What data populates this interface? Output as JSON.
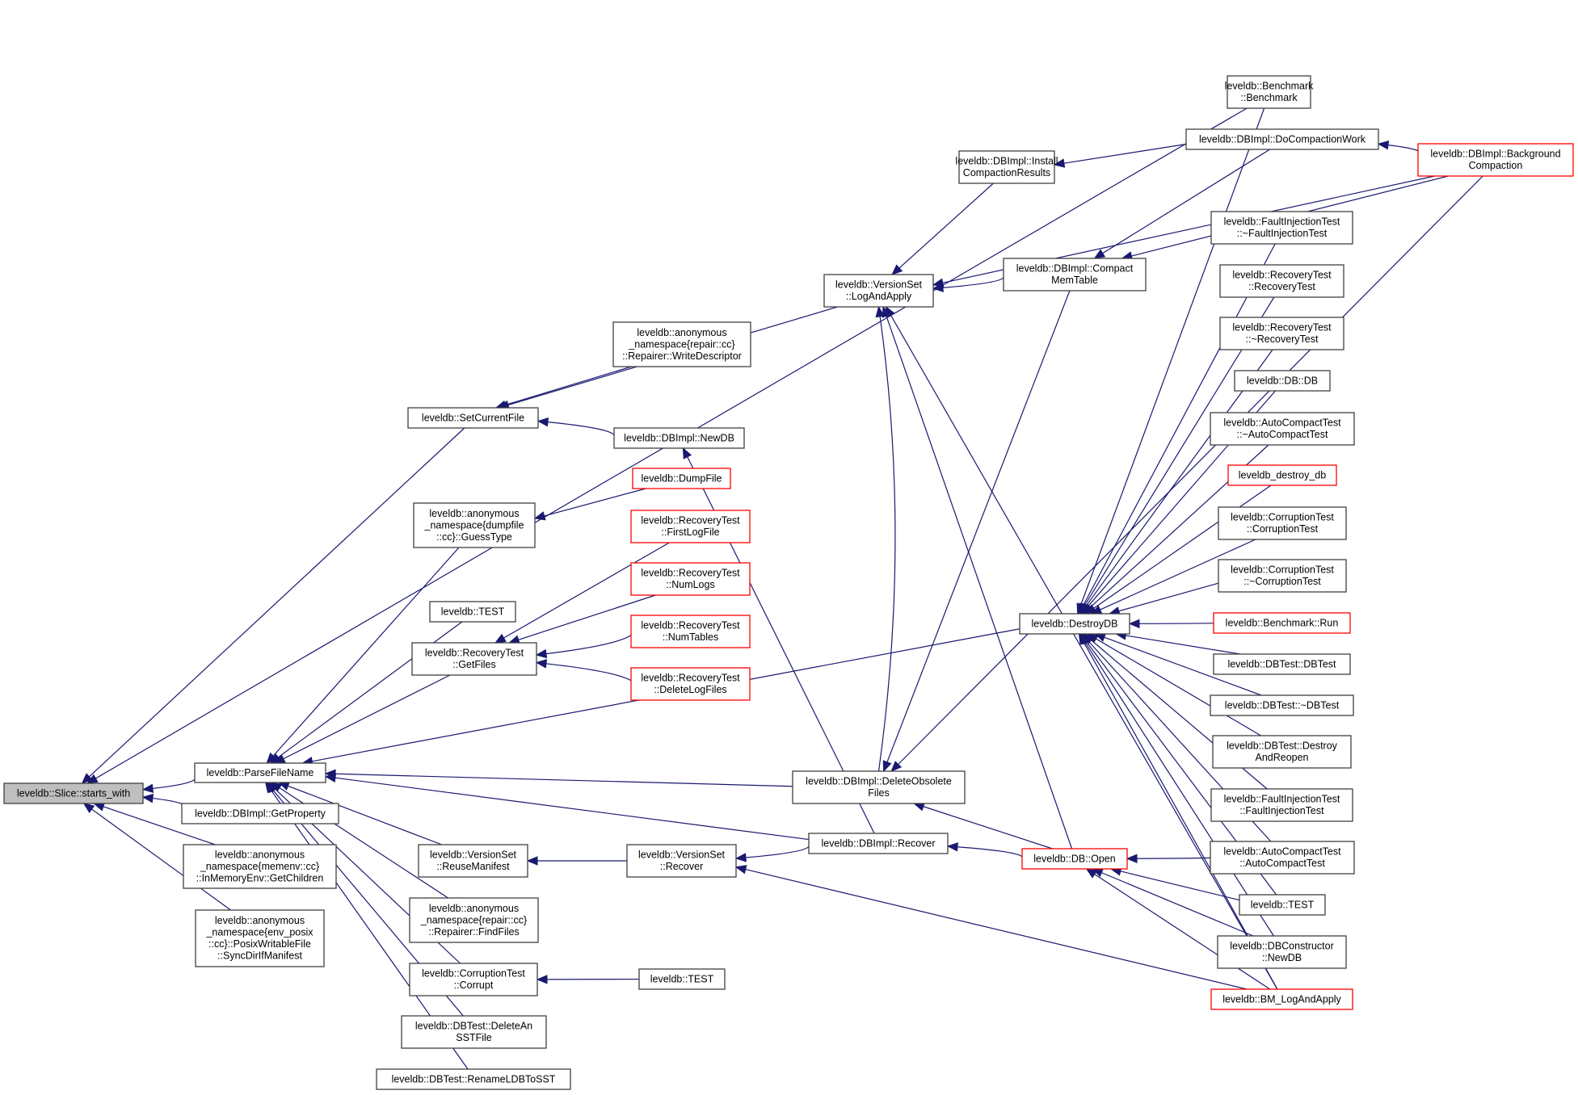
{
  "diagram": {
    "title": "Caller graph of leveldb::Slice::starts_with",
    "colors": {
      "edge": "#191970",
      "node_border": "#404040",
      "node_border_truncated": "#ff0000",
      "root_fill": "#bfbfbf",
      "node_fill": "#ffffff"
    },
    "nodes": [
      {
        "id": "starts_with",
        "lines": [
          "leveldb::Slice::starts_with"
        ],
        "root": true
      },
      {
        "id": "parsefilename",
        "lines": [
          "leveldb::ParseFileName"
        ]
      },
      {
        "id": "getproperty",
        "lines": [
          "leveldb::DBImpl::GetProperty"
        ]
      },
      {
        "id": "getchildren",
        "lines": [
          "leveldb::anonymous",
          "_namespace{memenv::cc}",
          "::InMemoryEnv::GetChildren"
        ]
      },
      {
        "id": "syncdir",
        "lines": [
          "leveldb::anonymous",
          "_namespace{env_posix",
          "::cc}::PosixWritableFile",
          "::SyncDirIfManifest"
        ]
      },
      {
        "id": "setcurrentfile",
        "lines": [
          "leveldb::SetCurrentFile"
        ]
      },
      {
        "id": "writedescriptor",
        "lines": [
          "leveldb::anonymous",
          "_namespace{repair::cc}",
          "::Repairer::WriteDescriptor"
        ]
      },
      {
        "id": "newdb",
        "lines": [
          "leveldb::DBImpl::NewDB"
        ]
      },
      {
        "id": "guesstype",
        "lines": [
          "leveldb::anonymous",
          "_namespace{dumpfile",
          "::cc}::GuessType"
        ]
      },
      {
        "id": "dumpfile",
        "lines": [
          "leveldb::DumpFile"
        ],
        "truncated": true
      },
      {
        "id": "test1",
        "lines": [
          "leveldb::TEST"
        ]
      },
      {
        "id": "getfiles",
        "lines": [
          "leveldb::RecoveryTest",
          "::GetFiles"
        ]
      },
      {
        "id": "firstlogfile",
        "lines": [
          "leveldb::RecoveryTest",
          "::FirstLogFile"
        ],
        "truncated": true
      },
      {
        "id": "numlogs",
        "lines": [
          "leveldb::RecoveryTest",
          "::NumLogs"
        ],
        "truncated": true
      },
      {
        "id": "numtables",
        "lines": [
          "leveldb::RecoveryTest",
          "::NumTables"
        ],
        "truncated": true
      },
      {
        "id": "deletelogfiles",
        "lines": [
          "leveldb::RecoveryTest",
          "::DeleteLogFiles"
        ],
        "truncated": true
      },
      {
        "id": "reusemanifest",
        "lines": [
          "leveldb::VersionSet",
          "::ReuseManifest"
        ]
      },
      {
        "id": "findfiles",
        "lines": [
          "leveldb::anonymous",
          "_namespace{repair::cc}",
          "::Repairer::FindFiles"
        ]
      },
      {
        "id": "corrupt",
        "lines": [
          "leveldb::CorruptionTest",
          "::Corrupt"
        ]
      },
      {
        "id": "deleteansstfile",
        "lines": [
          "leveldb::DBTest::DeleteAn",
          "SSTFile"
        ]
      },
      {
        "id": "renameldbtosst",
        "lines": [
          "leveldb::DBTest::RenameLDBToSST"
        ]
      },
      {
        "id": "vsrecover",
        "lines": [
          "leveldb::VersionSet",
          "::Recover"
        ]
      },
      {
        "id": "test2",
        "lines": [
          "leveldb::TEST"
        ]
      },
      {
        "id": "dbimplrecover",
        "lines": [
          "leveldb::DBImpl::Recover"
        ]
      },
      {
        "id": "deleteobsolete",
        "lines": [
          "leveldb::DBImpl::DeleteObsolete",
          "Files"
        ]
      },
      {
        "id": "logandapply",
        "lines": [
          "leveldb::VersionSet",
          "::LogAndApply"
        ]
      },
      {
        "id": "installcompaction",
        "lines": [
          "leveldb::DBImpl::Install",
          "CompactionResults"
        ]
      },
      {
        "id": "compactmemtable",
        "lines": [
          "leveldb::DBImpl::Compact",
          "MemTable"
        ]
      },
      {
        "id": "docompactionwork",
        "lines": [
          "leveldb::DBImpl::DoCompactionWork"
        ]
      },
      {
        "id": "benchmarkctor",
        "lines": [
          "leveldb::Benchmark",
          "::Benchmark"
        ]
      },
      {
        "id": "backgroundcompaction",
        "lines": [
          "leveldb::DBImpl::Background",
          "Compaction"
        ],
        "truncated": true
      },
      {
        "id": "destroydb",
        "lines": [
          "leveldb::DestroyDB"
        ]
      },
      {
        "id": "dbopen",
        "lines": [
          "leveldb::DB::Open"
        ],
        "truncated": true
      },
      {
        "id": "faultdtor",
        "lines": [
          "leveldb::FaultInjectionTest",
          "::~FaultInjectionTest"
        ]
      },
      {
        "id": "recoveryctor",
        "lines": [
          "leveldb::RecoveryTest",
          "::RecoveryTest"
        ]
      },
      {
        "id": "recoverydtor",
        "lines": [
          "leveldb::RecoveryTest",
          "::~RecoveryTest"
        ]
      },
      {
        "id": "dbdb",
        "lines": [
          "leveldb::DB::DB"
        ]
      },
      {
        "id": "autocompactdtor",
        "lines": [
          "leveldb::AutoCompactTest",
          "::~AutoCompactTest"
        ]
      },
      {
        "id": "destroydbc",
        "lines": [
          "leveldb_destroy_db"
        ],
        "truncated": true
      },
      {
        "id": "corruptionctor",
        "lines": [
          "leveldb::CorruptionTest",
          "::CorruptionTest"
        ]
      },
      {
        "id": "corruptiondtor",
        "lines": [
          "leveldb::CorruptionTest",
          "::~CorruptionTest"
        ]
      },
      {
        "id": "benchmarkrun",
        "lines": [
          "leveldb::Benchmark::Run"
        ],
        "truncated": true
      },
      {
        "id": "dbtestctor",
        "lines": [
          "leveldb::DBTest::DBTest"
        ]
      },
      {
        "id": "dbtestdtor",
        "lines": [
          "leveldb::DBTest::~DBTest"
        ]
      },
      {
        "id": "destroyandreopen",
        "lines": [
          "leveldb::DBTest::Destroy",
          "AndReopen"
        ]
      },
      {
        "id": "faultctor",
        "lines": [
          "leveldb::FaultInjectionTest",
          "::FaultInjectionTest"
        ]
      },
      {
        "id": "autocompactctor",
        "lines": [
          "leveldb::AutoCompactTest",
          "::AutoCompactTest"
        ]
      },
      {
        "id": "test3",
        "lines": [
          "leveldb::TEST"
        ]
      },
      {
        "id": "dbconstructornewdb",
        "lines": [
          "leveldb::DBConstructor",
          "::NewDB"
        ]
      },
      {
        "id": "bmlogandapply",
        "lines": [
          "leveldb::BM_LogAndApply"
        ],
        "truncated": true
      }
    ],
    "edges": [
      [
        "parsefilename",
        "starts_with"
      ],
      [
        "getproperty",
        "starts_with"
      ],
      [
        "getchildren",
        "starts_with"
      ],
      [
        "syncdir",
        "starts_with"
      ],
      [
        "setcurrentfile",
        "starts_with"
      ],
      [
        "benchmarkctor",
        "starts_with"
      ],
      [
        "writedescriptor",
        "setcurrentfile"
      ],
      [
        "newdb",
        "setcurrentfile"
      ],
      [
        "logandapply",
        "setcurrentfile"
      ],
      [
        "dumpfile",
        "guesstype"
      ],
      [
        "guesstype",
        "parsefilename"
      ],
      [
        "test1",
        "parsefilename"
      ],
      [
        "getfiles",
        "parsefilename"
      ],
      [
        "firstlogfile",
        "getfiles"
      ],
      [
        "numlogs",
        "getfiles"
      ],
      [
        "numtables",
        "getfiles"
      ],
      [
        "deletelogfiles",
        "getfiles"
      ],
      [
        "destroydb",
        "parsefilename"
      ],
      [
        "deleteobsolete",
        "parsefilename"
      ],
      [
        "dbimplrecover",
        "parsefilename"
      ],
      [
        "reusemanifest",
        "parsefilename"
      ],
      [
        "findfiles",
        "parsefilename"
      ],
      [
        "corrupt",
        "parsefilename"
      ],
      [
        "deleteansstfile",
        "parsefilename"
      ],
      [
        "renameldbtosst",
        "parsefilename"
      ],
      [
        "vsrecover",
        "reusemanifest"
      ],
      [
        "test2",
        "corrupt"
      ],
      [
        "dbimplrecover",
        "vsrecover"
      ],
      [
        "bmlogandapply",
        "vsrecover"
      ],
      [
        "dbopen",
        "dbimplrecover"
      ],
      [
        "dbimplrecover",
        "newdb"
      ],
      [
        "dbopen",
        "deleteobsolete"
      ],
      [
        "backgroundcompaction",
        "deleteobsolete"
      ],
      [
        "deleteobsolete",
        "logandapply"
      ],
      [
        "compactmemtable",
        "logandapply"
      ],
      [
        "installcompaction",
        "logandapply"
      ],
      [
        "backgroundcompaction",
        "logandapply"
      ],
      [
        "dbopen",
        "logandapply"
      ],
      [
        "bmlogandapply",
        "logandapply"
      ],
      [
        "docompactionwork",
        "installcompaction"
      ],
      [
        "backgroundcompaction",
        "docompactionwork"
      ],
      [
        "docompactionwork",
        "compactmemtable"
      ],
      [
        "backgroundcompaction",
        "compactmemtable"
      ],
      [
        "compactmemtable",
        "deleteobsolete"
      ],
      [
        "benchmarkctor",
        "destroydb"
      ],
      [
        "faultdtor",
        "destroydb"
      ],
      [
        "recoveryctor",
        "destroydb"
      ],
      [
        "recoverydtor",
        "destroydb"
      ],
      [
        "dbdb",
        "destroydb"
      ],
      [
        "autocompactdtor",
        "destroydb"
      ],
      [
        "destroydbc",
        "destroydb"
      ],
      [
        "corruptionctor",
        "destroydb"
      ],
      [
        "corruptiondtor",
        "destroydb"
      ],
      [
        "benchmarkrun",
        "destroydb"
      ],
      [
        "dbtestctor",
        "destroydb"
      ],
      [
        "dbtestdtor",
        "destroydb"
      ],
      [
        "destroyandreopen",
        "destroydb"
      ],
      [
        "faultctor",
        "destroydb"
      ],
      [
        "autocompactctor",
        "destroydb"
      ],
      [
        "test3",
        "destroydb"
      ],
      [
        "dbconstructornewdb",
        "destroydb"
      ],
      [
        "bmlogandapply",
        "destroydb"
      ],
      [
        "autocompactctor",
        "dbopen"
      ],
      [
        "test3",
        "dbopen"
      ],
      [
        "dbconstructornewdb",
        "dbopen"
      ],
      [
        "bmlogandapply",
        "dbopen"
      ]
    ]
  }
}
